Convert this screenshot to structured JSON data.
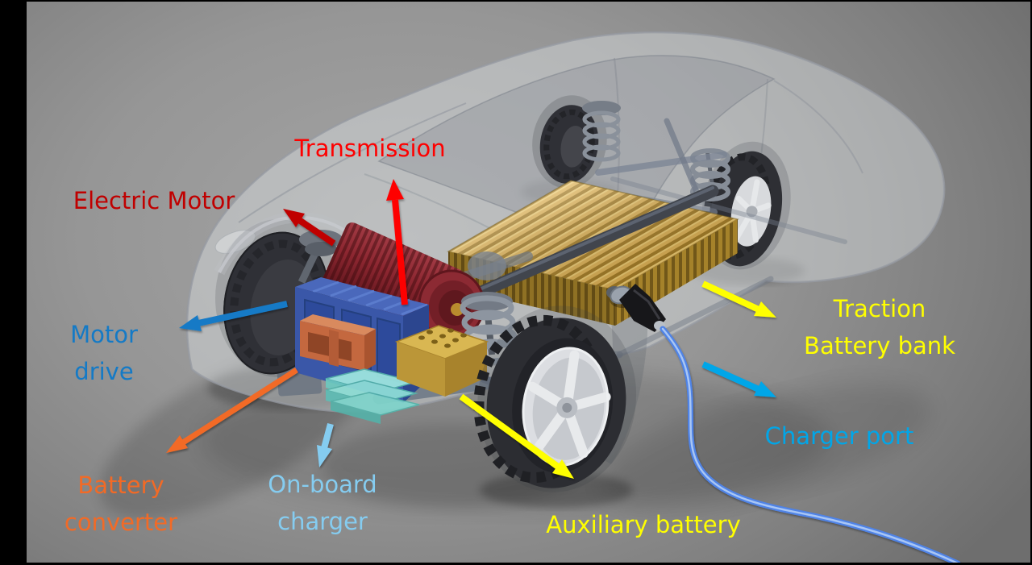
{
  "frame": {
    "color": "#000000"
  },
  "scene": {
    "background_center": "#a4a4a4",
    "background_edge": "#6e6e6e"
  },
  "labels": {
    "transmission": {
      "lines": [
        "Transmission"
      ],
      "color": "#fe0000"
    },
    "electric_motor": {
      "lines": [
        "Electric Motor"
      ],
      "color": "#c00000"
    },
    "motor_drive": {
      "lines": [
        "Motor",
        "drive"
      ],
      "color": "#147ac6"
    },
    "battery_converter": {
      "lines": [
        "Battery",
        "converter"
      ],
      "color": "#f26a26"
    },
    "onboard_charger": {
      "lines": [
        "On-board",
        "charger"
      ],
      "color": "#85ccf0"
    },
    "auxiliary_battery": {
      "lines": [
        "Auxiliary battery"
      ],
      "color": "#ffff00"
    },
    "traction_battery_bank": {
      "lines": [
        "Traction",
        "Battery bank"
      ],
      "color": "#ffff00"
    },
    "charger_port": {
      "lines": [
        "Charger port"
      ],
      "color": "#00a6e8"
    }
  },
  "component_colors": {
    "electric_motor_body": "#8c2a33",
    "motor_drive_unit": "#3a57a8",
    "battery_converter_unit": "#c4683f",
    "onboard_charger_unit": "#9fe8e0",
    "auxiliary_battery_unit": "#d9b752",
    "traction_battery_pack": "#c79a33",
    "charger_cable": "#4f83e6"
  }
}
